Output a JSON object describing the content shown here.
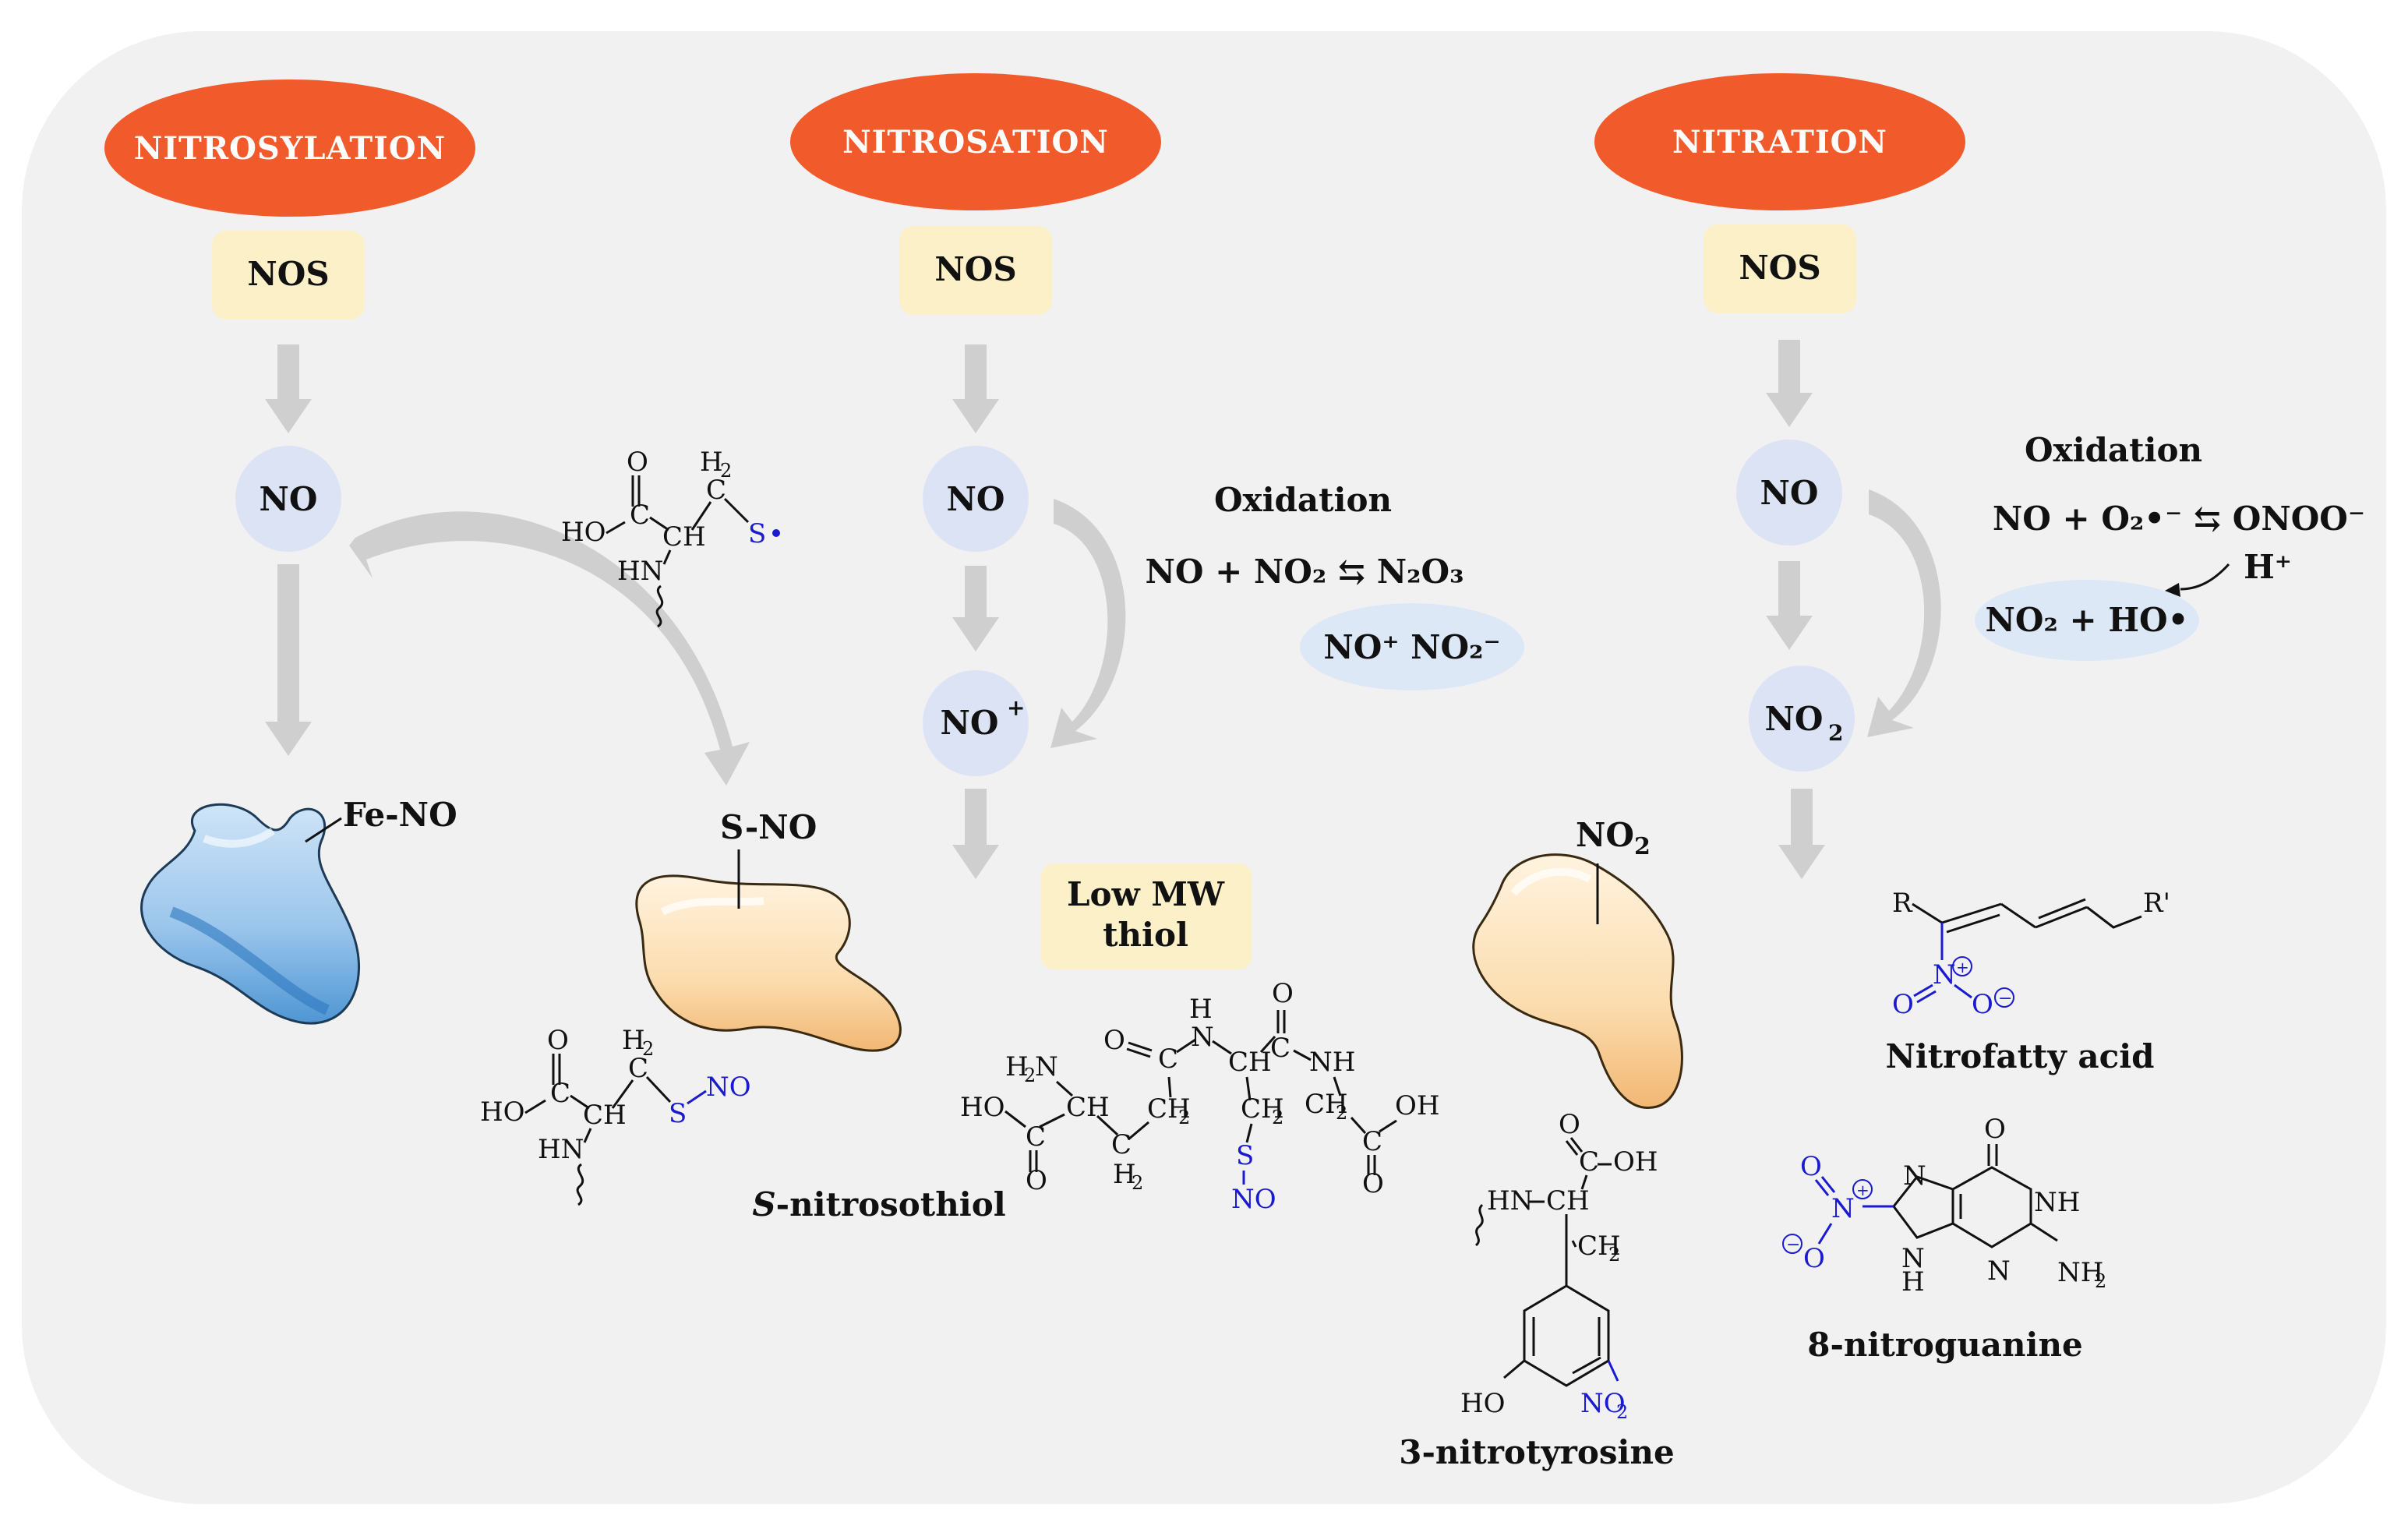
{
  "headers": {
    "nitrosylation": "NITROSYLATION",
    "nitrosation": "NITROSATION",
    "nitration": "NITRATION"
  },
  "nodes": {
    "nos": "NOS",
    "no": "NO",
    "no_plus": "NO",
    "no_plus_sup": "+",
    "no2": "NO",
    "no2_sub": "2"
  },
  "labels": {
    "fe_no": "Fe-NO",
    "s_no": "S-NO",
    "oxidation": "Oxidation",
    "low_mw_thiol_1": "Low MW",
    "low_mw_thiol_2": "thiol",
    "s_nitrosothiol_italic": "S",
    "s_nitrosothiol_rest": "-nitrosothiol",
    "no2_protein": "NO",
    "no2_protein_sub": "2",
    "nitrotyrosine": "3-nitrotyrosine",
    "nitrofatty_acid": "Nitrofatty acid",
    "nitroguanine": "8-nitroguanine"
  },
  "equations": {
    "nitrosation_eq": "NO + NO₂ ⇆ N₂O₃",
    "nitrosation_prod": "NO⁺ NO₂⁻",
    "nitration_eq": "NO + O₂•⁻ ⇆ ONOO⁻",
    "nitration_h": "H⁺",
    "nitration_prod": "NO₂ + HO•"
  },
  "colors": {
    "header_fill": "#F15A2B",
    "nos_fill": "#FCF0C8",
    "node_fill": "#DCE3F5",
    "ellipse_fill": "#DDE8F6",
    "background": "#F1F1F1",
    "arrow": "#CFCFCF",
    "highlight_atom": "#1A1AD0"
  }
}
